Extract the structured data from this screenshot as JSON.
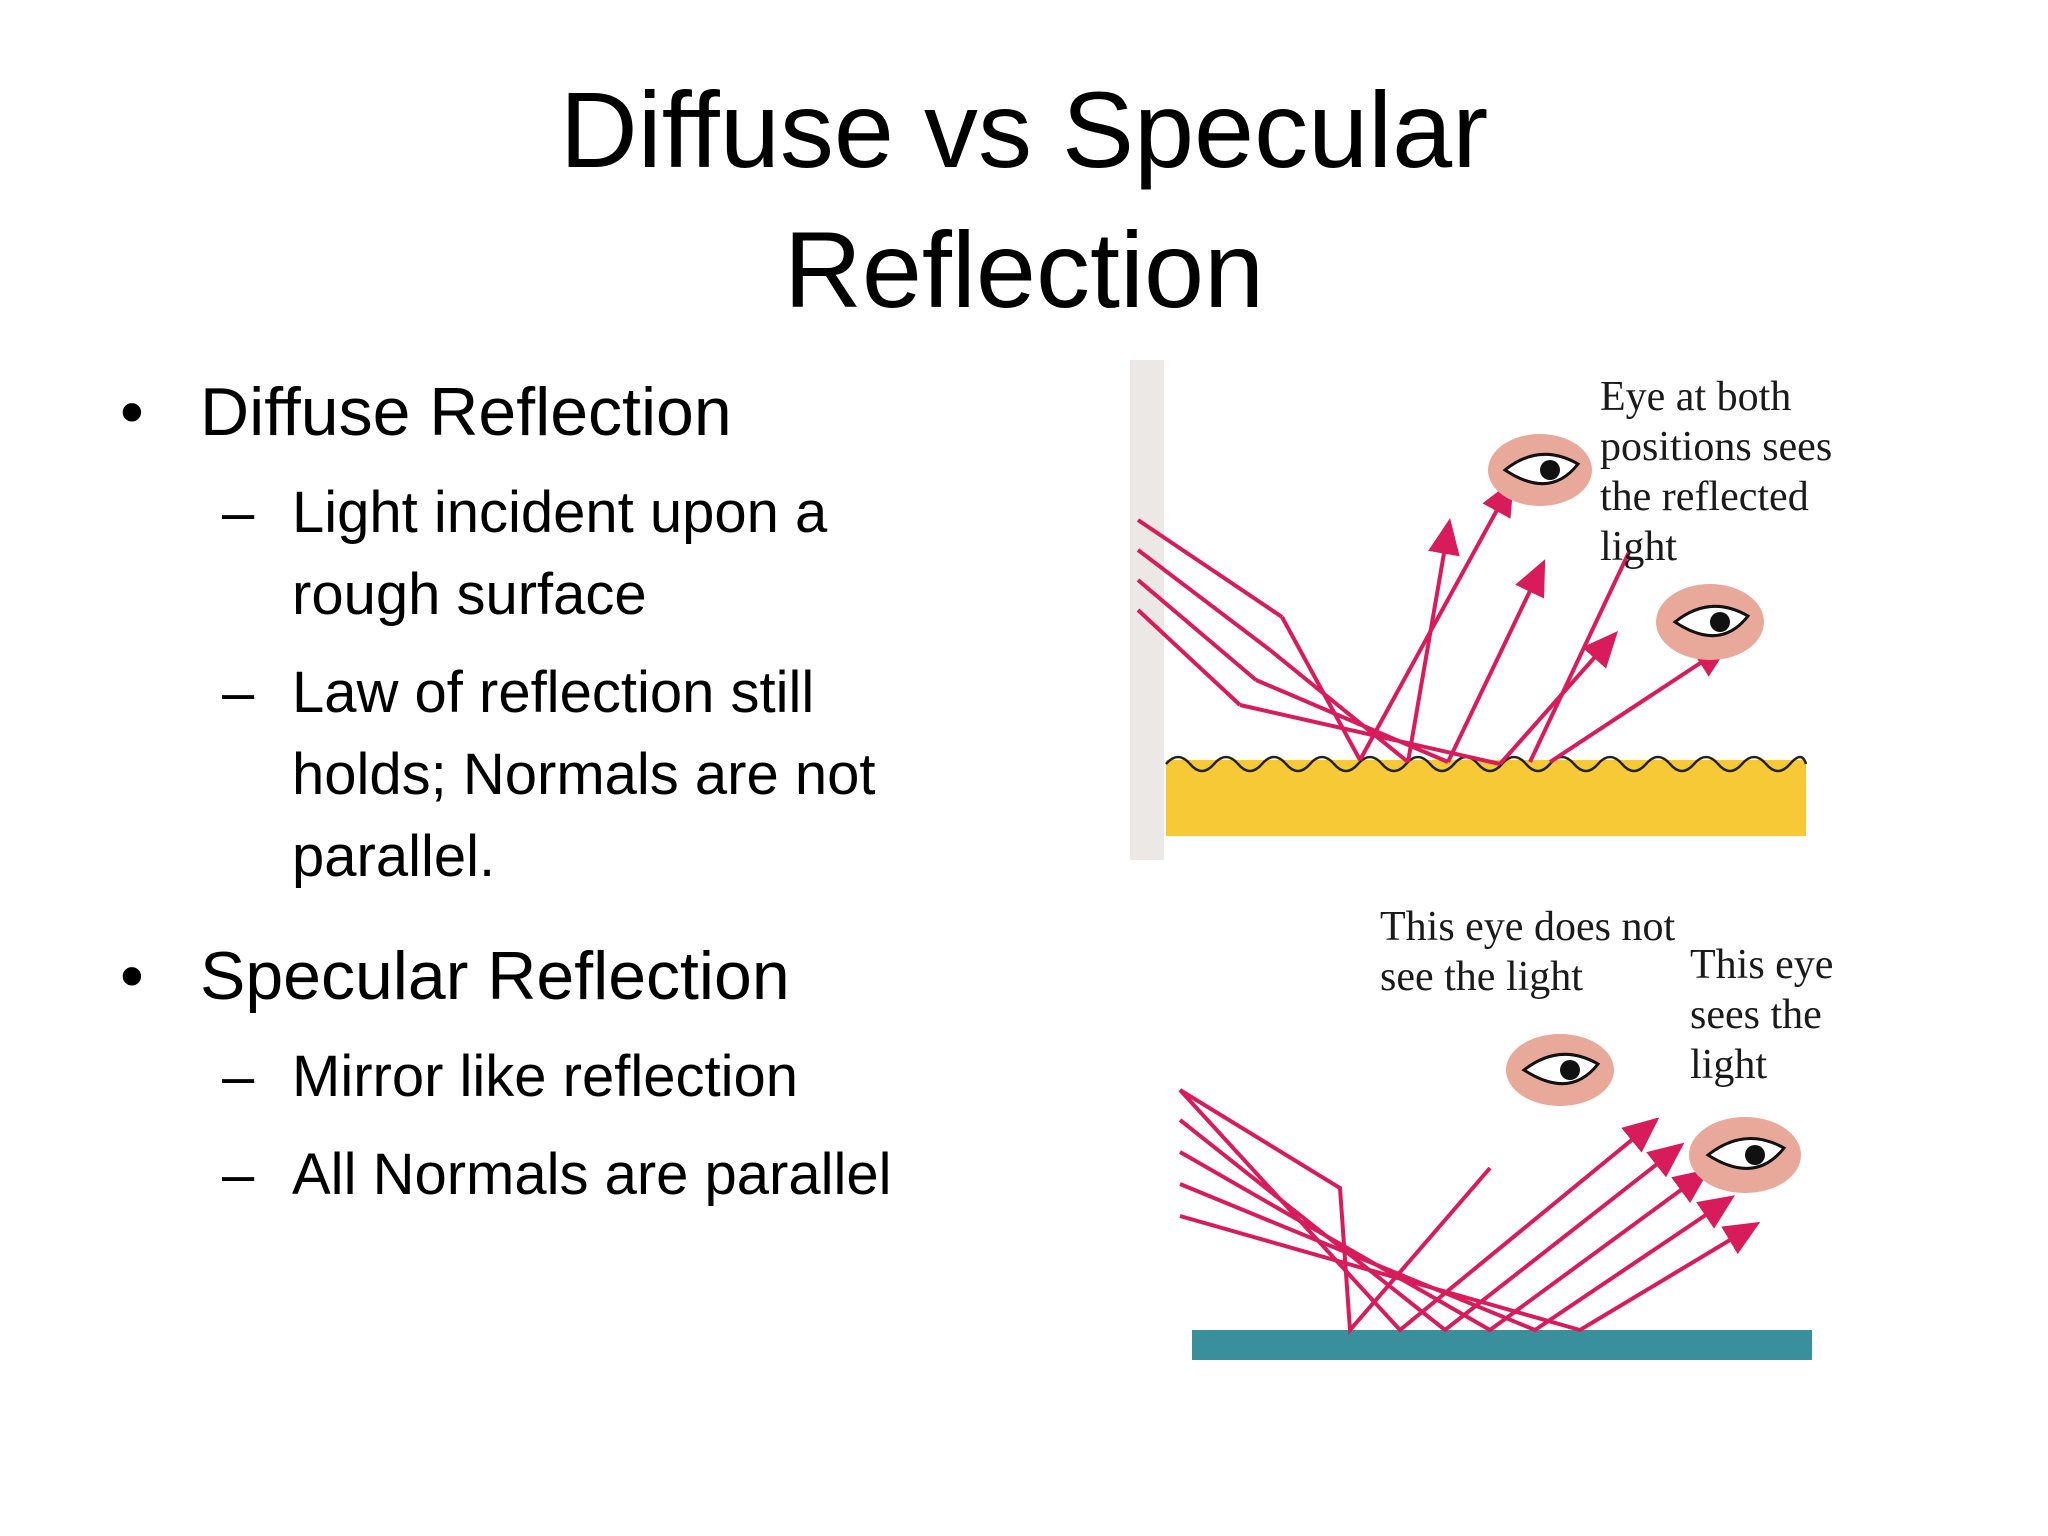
{
  "slide": {
    "title_line1": "Diffuse vs Specular",
    "title_line2": "Reflection"
  },
  "bullets": {
    "diffuse": {
      "heading": "Diffuse Reflection",
      "sub1_line1": "Light incident upon a",
      "sub1_line2": "rough surface",
      "sub2_line1": "Law of reflection still",
      "sub2_line2": "holds; Normals are not",
      "sub2_line3": "parallel."
    },
    "specular": {
      "heading": "Specular Reflection",
      "sub1": "Mirror like reflection",
      "sub2": "All Normals are parallel"
    }
  },
  "figure_diffuse": {
    "caption_line1": "Eye at both",
    "caption_line2": "positions sees",
    "caption_line3": "the reflected",
    "caption_line4": "light"
  },
  "figure_specular": {
    "caption_left_line1": "This eye does not",
    "caption_left_line2": "see the light",
    "caption_right_line1": "This eye",
    "caption_right_line2": "sees the",
    "caption_right_line3": "light"
  },
  "colors": {
    "ray": "#d81b5a",
    "rough_surface": "#f7c936",
    "mirror_surface": "#3a8f9c",
    "eye_skin": "#e8a89a"
  }
}
